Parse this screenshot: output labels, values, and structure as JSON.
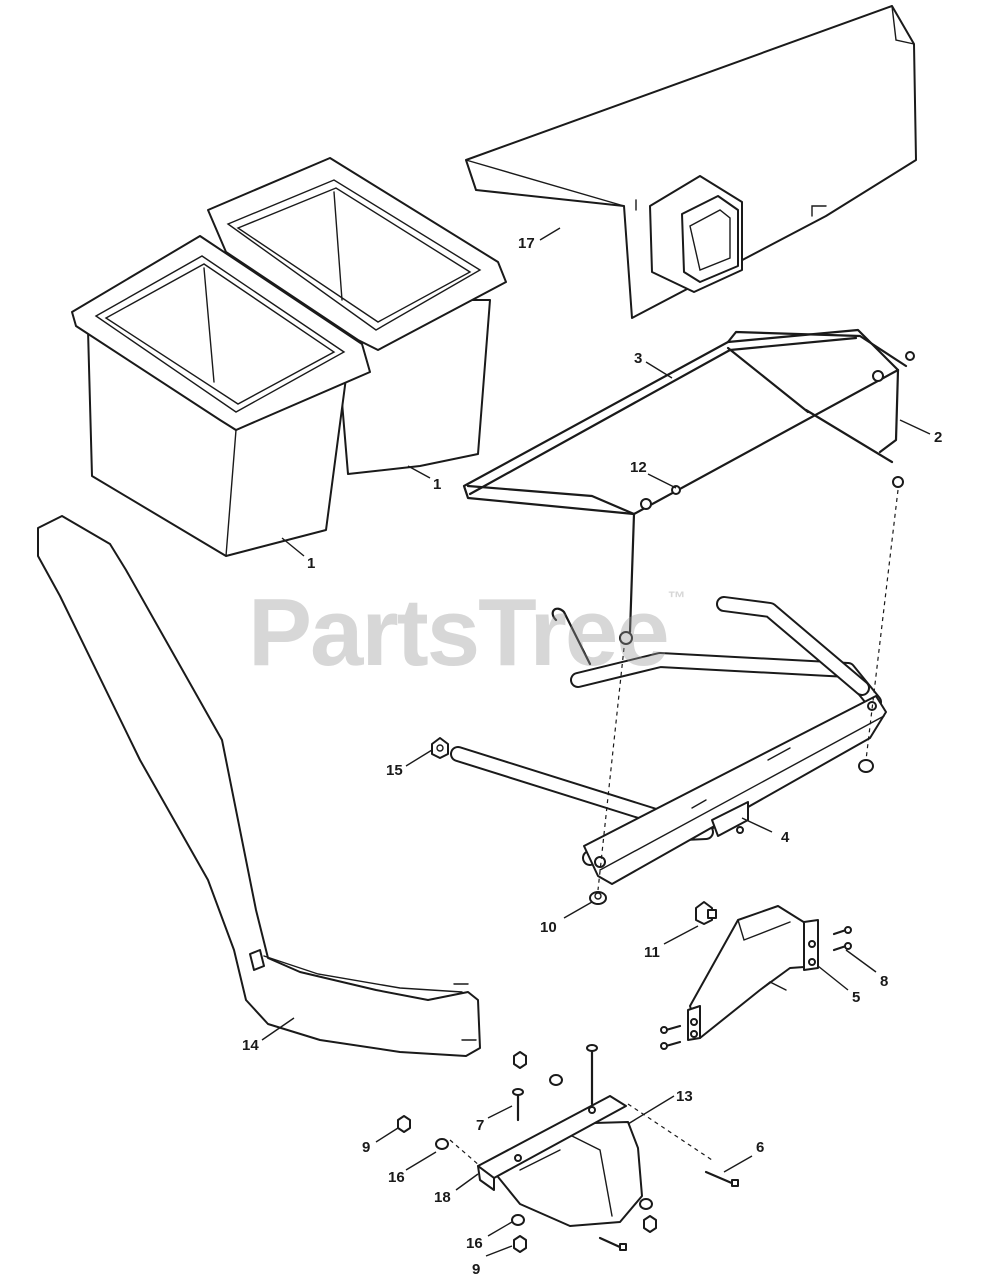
{
  "watermark": {
    "text": "PartsTree",
    "mark": "™"
  },
  "callouts": {
    "c1a": "1",
    "c1b": "1",
    "c2": "2",
    "c3": "3",
    "c4": "4",
    "c5": "5",
    "c6": "6",
    "c7": "7",
    "c8": "8",
    "c9a": "9",
    "c9b": "9",
    "c10": "10",
    "c11": "11",
    "c12": "12",
    "c13": "13",
    "c14": "14",
    "c15": "15",
    "c16a": "16",
    "c16b": "16",
    "c17": "17",
    "c18": "18"
  }
}
